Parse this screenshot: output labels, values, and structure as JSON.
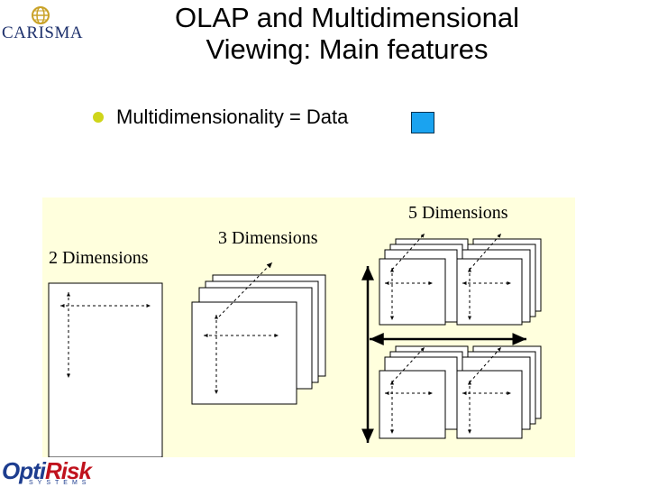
{
  "header": {
    "logo_text": "CARISMA",
    "title_line1": "OLAP and Multidimensional",
    "title_line2": "Viewing: Main features"
  },
  "bullet": {
    "text": "Multidimensionality = Data"
  },
  "diagram": {
    "label_2d": "2 Dimensions",
    "label_3d": "3 Dimensions",
    "label_5d": "5 Dimensions"
  },
  "footer": {
    "logo_part1": "Opti",
    "logo_part2": "Risk",
    "logo_sub": "SYSTEMS"
  },
  "colors": {
    "bullet": "#cfd51a",
    "data_swatch": "#1aa3f0",
    "diagram_background": "#ffffdd",
    "logo_blue": "#1d3d8f",
    "logo_red": "#c0121d"
  }
}
